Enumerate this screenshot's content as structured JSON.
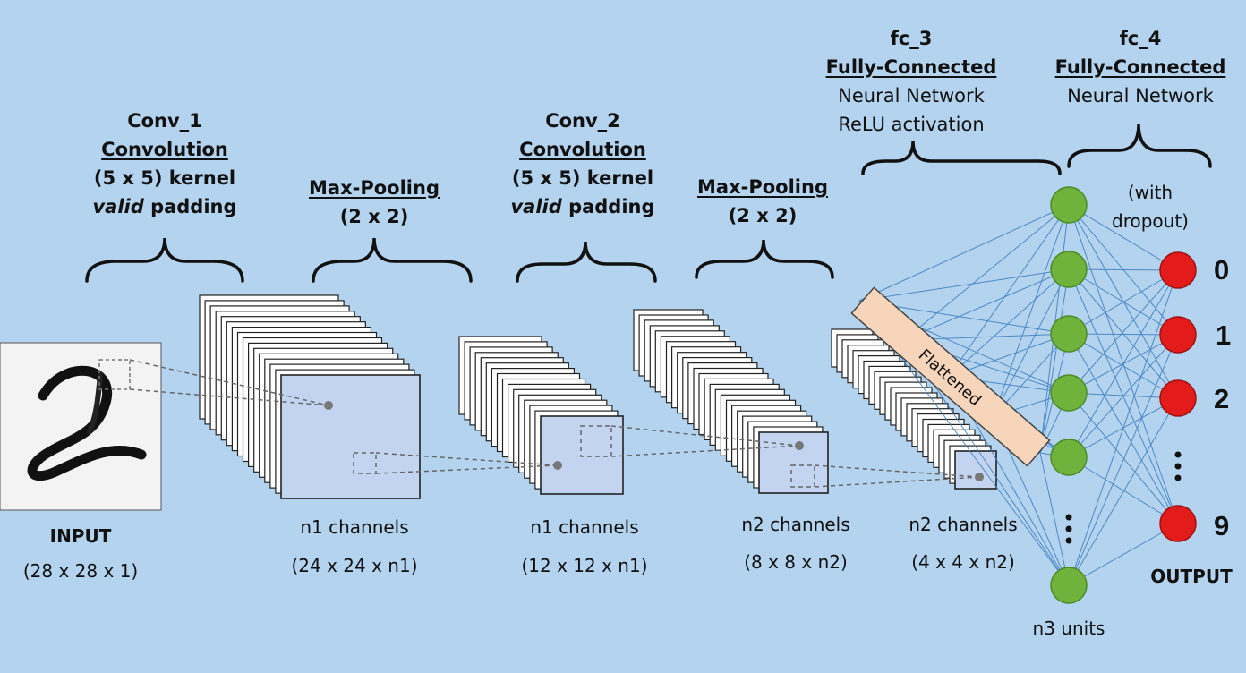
{
  "layers": {
    "conv1": {
      "name": "Conv_1",
      "type": "Convolution",
      "kernel": "(5 x 5) kernel",
      "padding_em": "valid",
      "padding_rest": " padding"
    },
    "pool1": {
      "type": "Max-Pooling",
      "size": "(2 x 2)"
    },
    "conv2": {
      "name": "Conv_2",
      "type": "Convolution",
      "kernel": "(5 x 5) kernel",
      "padding_em": "valid",
      "padding_rest": " padding"
    },
    "pool2": {
      "type": "Max-Pooling",
      "size": "(2 x 2)"
    },
    "fc3": {
      "name": "fc_3",
      "type": "Fully-Connected",
      "line1": "Neural Network",
      "line2": "ReLU activation"
    },
    "fc4": {
      "name": "fc_4",
      "type": "Fully-Connected",
      "line1": "Neural Network",
      "note1": "(with",
      "note2": "dropout)"
    }
  },
  "captions": {
    "input": {
      "title": "INPUT",
      "dims": "(28 x 28 x 1)"
    },
    "conv1_out": {
      "title": "n1 channels",
      "dims": "(24 x 24 x n1)"
    },
    "pool1_out": {
      "title": "n1 channels",
      "dims": "(12 x 12 x n1)"
    },
    "conv2_out": {
      "title": "n2 channels",
      "dims": "(8 x 8 x n2)"
    },
    "pool2_out": {
      "title": "n2 channels",
      "dims": "(4 x 4 x n2)"
    },
    "hidden": "n3 units",
    "output": "OUTPUT"
  },
  "flatten_label": "Flattened",
  "outputs": [
    "0",
    "1",
    "2",
    "9"
  ],
  "colors": {
    "background": "#b3d3ee",
    "feature_map": "#c3d4f1",
    "hidden_node": "#6fb33c",
    "output_node": "#e31b1b",
    "flatten_bar": "#f7d5bb",
    "connection": "#3b7dbf"
  }
}
